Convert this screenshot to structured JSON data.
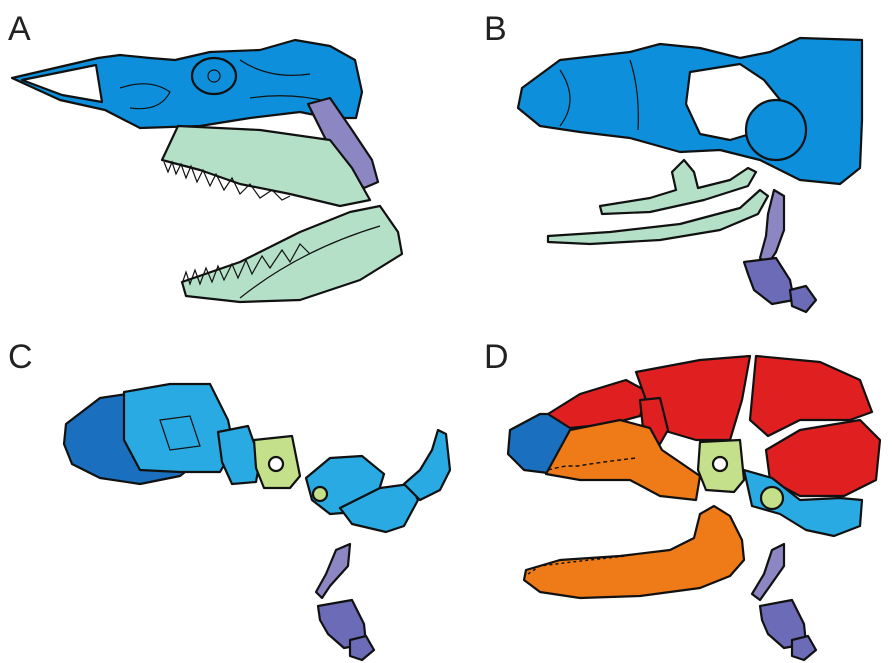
{
  "panels": [
    {
      "id": "A",
      "label": "A"
    },
    {
      "id": "B",
      "label": "B"
    },
    {
      "id": "C",
      "label": "C"
    },
    {
      "id": "D",
      "label": "D"
    }
  ],
  "colors": {
    "cranium_blue": "#0d8fdc",
    "light_blue": "#29aae2",
    "dark_blue": "#1a6fbf",
    "jaw_green": "#b5e0c8",
    "hyoid_purple": "#8c86c2",
    "pale_green": "#c4e08a",
    "muscle_red": "#e02020",
    "jaw_orange": "#ef7a18",
    "outline": "#111111",
    "background": "#ffffff"
  }
}
